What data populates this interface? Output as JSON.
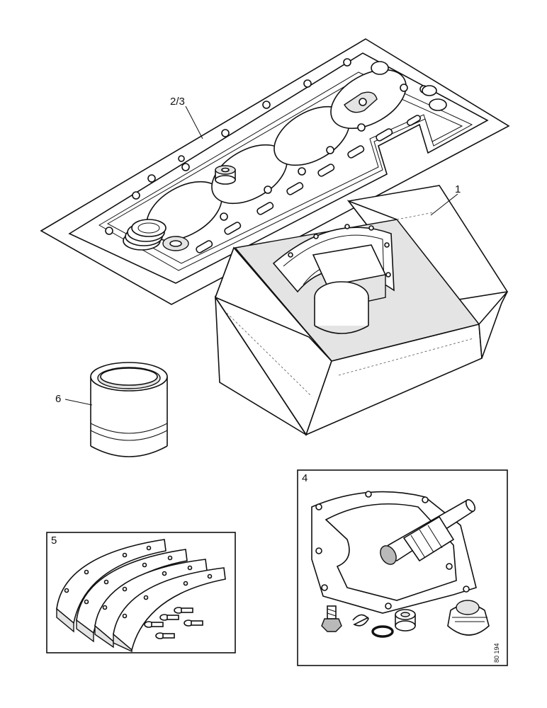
{
  "callouts": {
    "gasket_set": "2/3",
    "carton": "1",
    "liner": "6",
    "water_pump_kit": "4",
    "brake_shoe_kit": "5"
  },
  "drawing_number": "80 194",
  "colors": {
    "ink": "#111111",
    "paper": "#ffffff",
    "shade": "#e4e4e4"
  }
}
